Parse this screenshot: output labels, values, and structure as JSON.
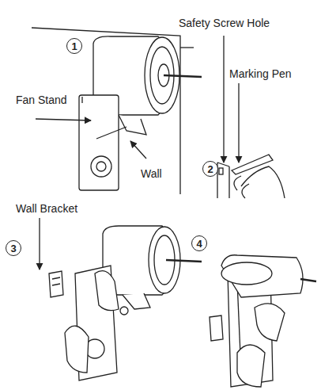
{
  "diagram": {
    "nodes": [
      {
        "text": [
          "1"
        ]
      },
      {
        "text": [
          "2"
        ]
      },
      {
        "text": [
          "3"
        ]
      },
      {
        "text": [
          "4"
        ]
      }
    ],
    "labels": [
      "Safety Screw Hole",
      "Marking Pen",
      "Fan Stand",
      "Wall",
      "Wall Bracket"
    ]
  }
}
